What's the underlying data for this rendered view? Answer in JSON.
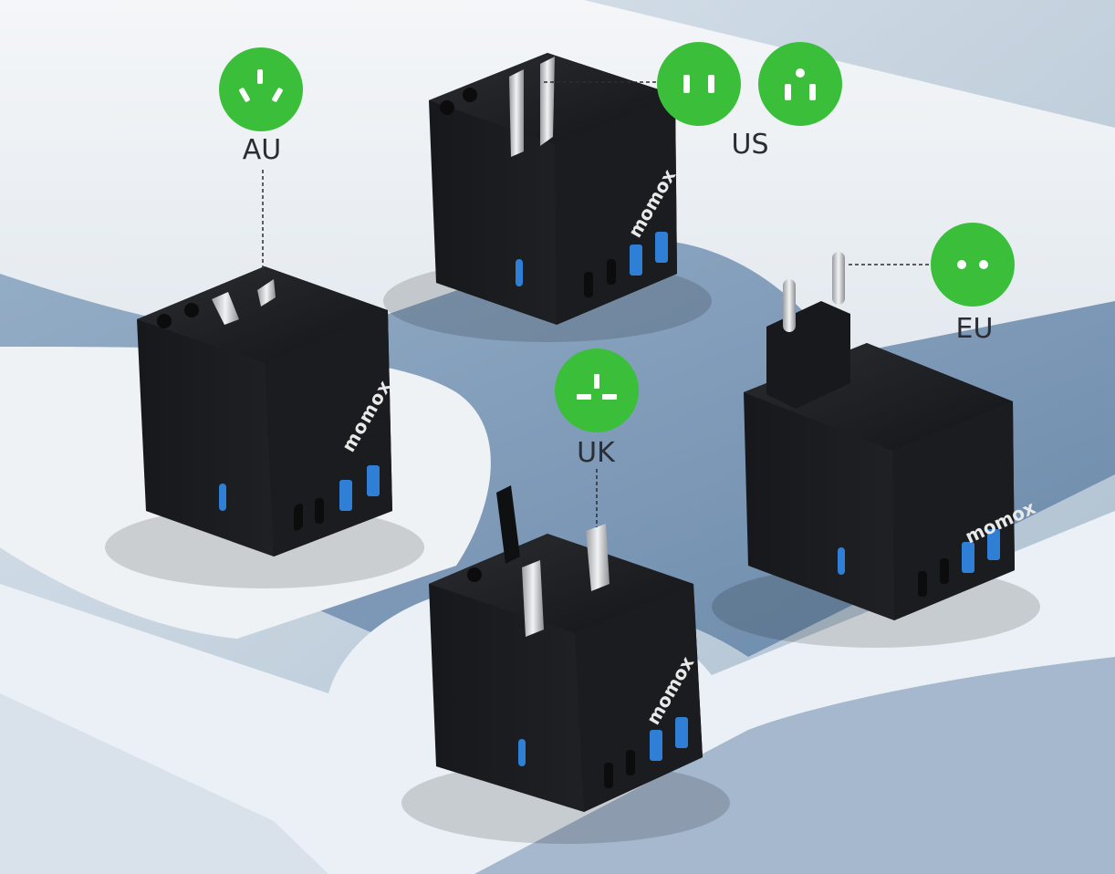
{
  "labels": {
    "au": "AU",
    "us": "US",
    "eu": "EU",
    "uk": "UK"
  },
  "brand": "momox",
  "colors": {
    "badge_green": "#3bbf3b",
    "adapter_body": "#1d1e21",
    "port_blue": "#2f7fd6",
    "background": "#c9d6e3"
  },
  "icons": {
    "au": "au-plug-socket-icon",
    "us_two_pin": "us-two-pin-socket-icon",
    "us_three_pin": "us-three-pin-socket-icon",
    "uk": "uk-plug-socket-icon",
    "eu": "eu-plug-socket-icon"
  }
}
